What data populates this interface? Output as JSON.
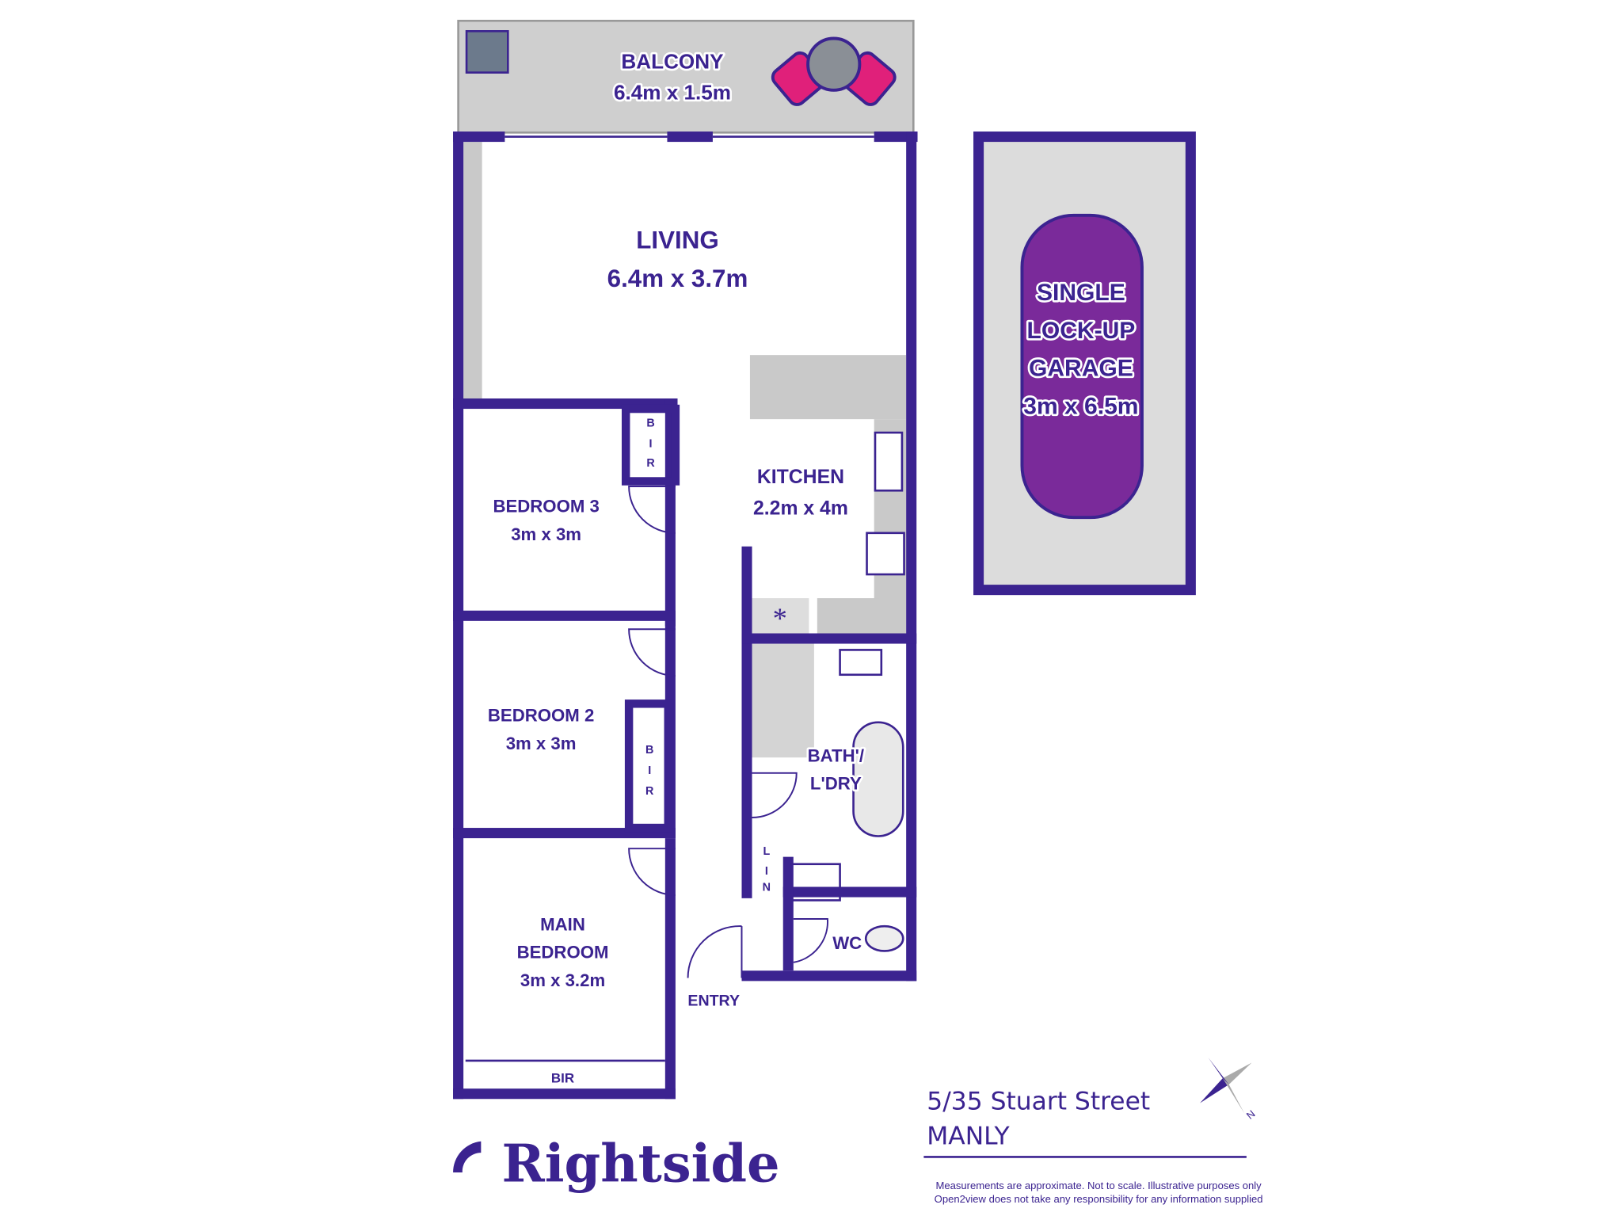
{
  "colors": {
    "wall": "#3b2390",
    "counter": "#c9c9c9",
    "floor_tile": "#d4d4d4",
    "accent_pink": "#e0207a"
  },
  "rooms": {
    "balcony": {
      "name": "BALCONY",
      "size": "6.4m x 1.5m"
    },
    "living": {
      "name": "LIVING",
      "size": "6.4m x 3.7m"
    },
    "kitchen": {
      "name": "KITCHEN",
      "size": "2.2m x 4m"
    },
    "bedroom3": {
      "name": "BEDROOM 3",
      "size": "3m x 3m",
      "bir": [
        "B",
        "I",
        "R"
      ]
    },
    "bedroom2": {
      "name": "BEDROOM 2",
      "size": "3m x 3m",
      "bir": [
        "B",
        "I",
        "R"
      ]
    },
    "main_bedroom": {
      "name_line1": "MAIN",
      "name_line2": "BEDROOM",
      "size": "3m x 3.2m",
      "bir": "BIR"
    },
    "bath": {
      "line1": "BATH'/",
      "line2": "L'DRY"
    },
    "linen": [
      "L",
      "I",
      "N"
    ],
    "wc": "WC",
    "entry": "ENTRY",
    "garage": {
      "line1": "SINGLE",
      "line2": "LOCK-UP",
      "line3": "GARAGE",
      "size": "3m x 6.5m"
    }
  },
  "address": {
    "street": "5/35 Stuart Street",
    "suburb": "MANLY"
  },
  "disclaimer": {
    "line1": "Measurements are approximate. Not to scale. Illustrative purposes only",
    "line2": "Open2view does not take any responsibility for any information supplied"
  },
  "brand": {
    "name": "Rightside"
  },
  "compass": {
    "label": "N"
  }
}
